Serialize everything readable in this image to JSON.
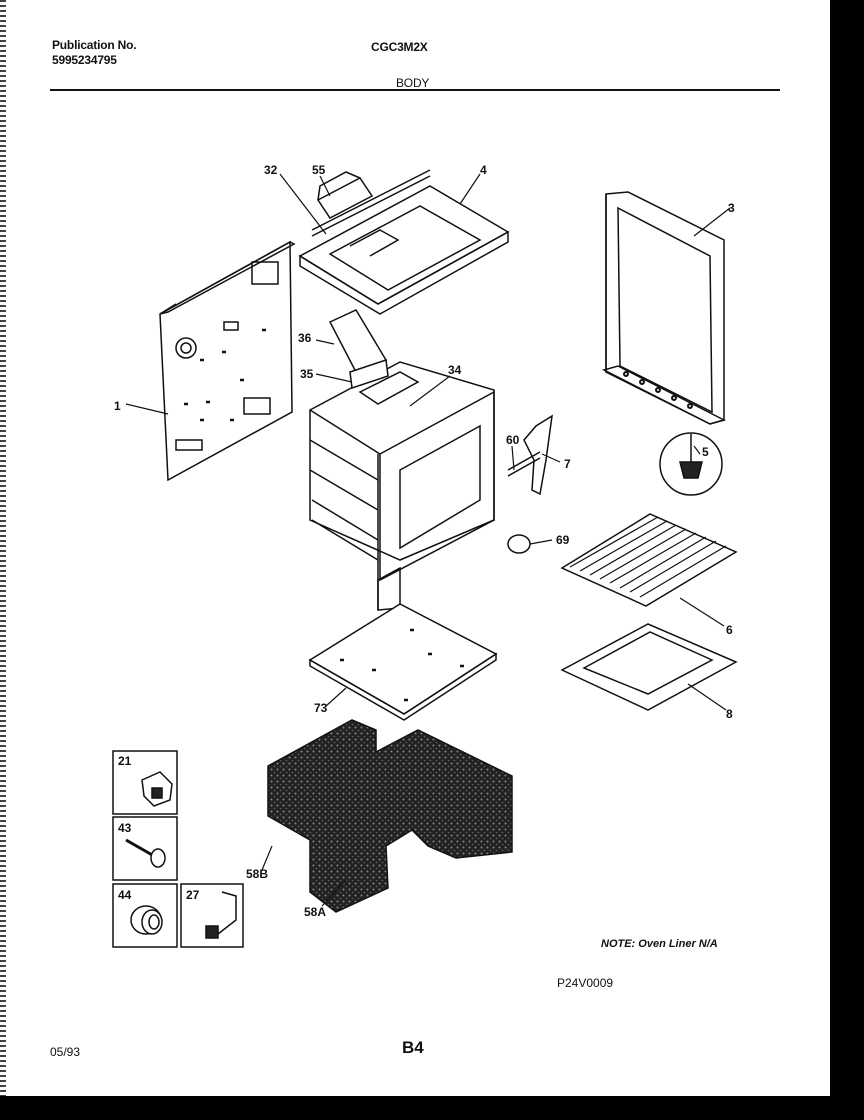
{
  "header": {
    "publication_label": "Publication No.",
    "publication_number": "5995234795",
    "model": "CGC3M2X",
    "section": "BODY"
  },
  "callouts": {
    "c1": "1",
    "c3": "3",
    "c4": "4",
    "c5": "5",
    "c6": "6",
    "c7": "7",
    "c8": "8",
    "c32": "32",
    "c34": "34",
    "c35": "35",
    "c36": "36",
    "c55": "55",
    "c58a": "58A",
    "c58b": "58B",
    "c60": "60",
    "c69": "69",
    "c73": "73",
    "c21": "21",
    "c43": "43",
    "c44": "44",
    "c27": "27"
  },
  "note": "NOTE: Oven Liner N/A",
  "figure_code": "P24V0009",
  "footer": {
    "date": "05/93",
    "page": "B4"
  }
}
